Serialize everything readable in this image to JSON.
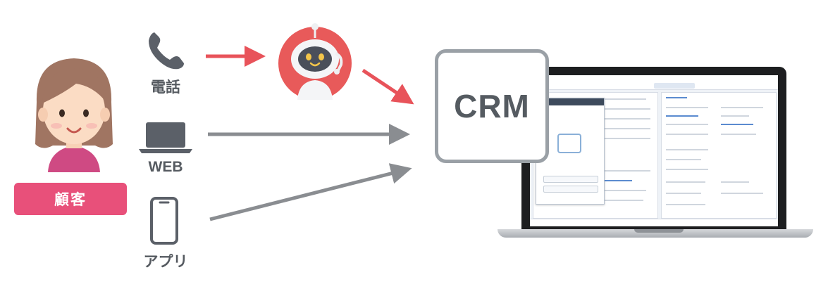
{
  "customer": {
    "label": "顧客",
    "badge_color": "#e8507a"
  },
  "channels": [
    {
      "label": "電話",
      "icon": "phone-icon"
    },
    {
      "label": "WEB",
      "icon": "laptop-icon"
    },
    {
      "label": "アプリ",
      "icon": "smartphone-icon"
    }
  ],
  "bot": {
    "icon": "robot-operator-icon",
    "color": "#e85a5a"
  },
  "crm": {
    "label": "CRM"
  },
  "colors": {
    "red_arrow": "#e8535a",
    "gray_arrow": "#8a8d91",
    "crm_border": "#9aa0a6"
  }
}
